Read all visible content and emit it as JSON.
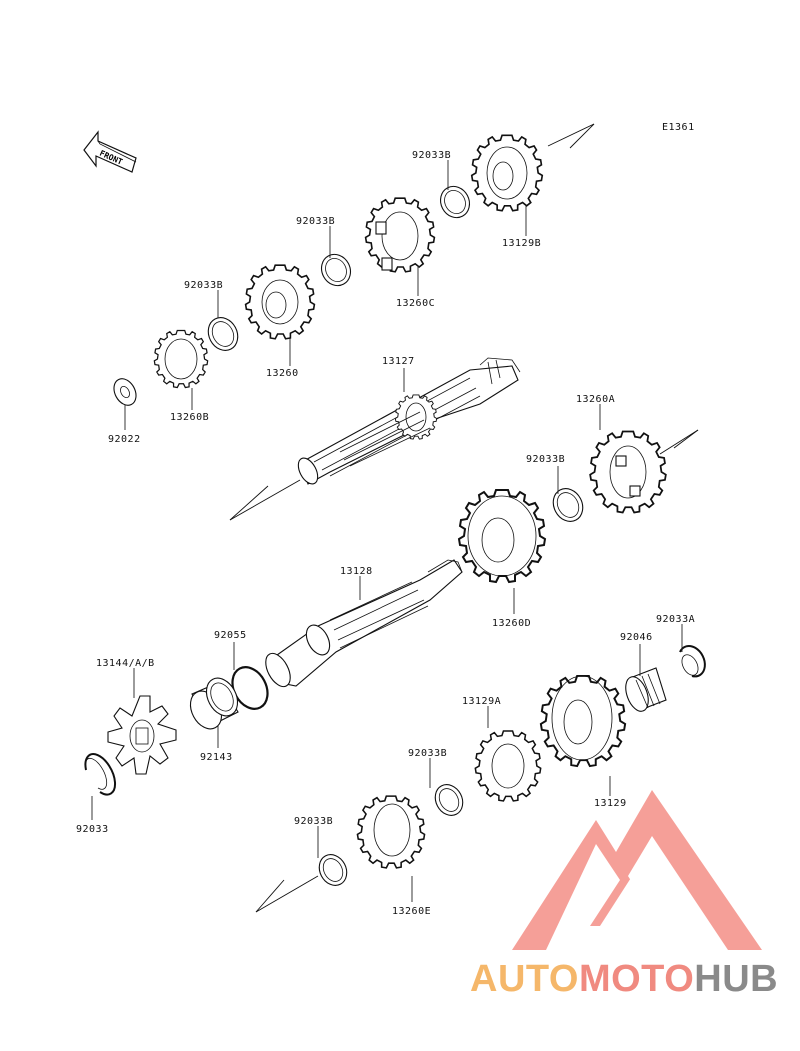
{
  "diagram": {
    "code": "E1361",
    "front_label": "FRONT",
    "labels": {
      "p92033B_1": "92033B",
      "p13129B": "13129B",
      "p92033B_2": "92033B",
      "p13260C": "13260C",
      "p92033B_3": "92033B",
      "p13260": "13260",
      "p13260B": "13260B",
      "p92022": "92022",
      "p13127": "13127",
      "p13260A": "13260A",
      "p92033B_4": "92033B",
      "p13260D": "13260D",
      "p13128": "13128",
      "p92055": "92055",
      "p13144": "13144/A/B",
      "p92143": "92143",
      "p92033": "92033",
      "p92046": "92046",
      "p92033A": "92033A",
      "p13129A": "13129A",
      "p92033B_5": "92033B",
      "p13129": "13129",
      "p92033B_6": "92033B",
      "p13260E": "13260E"
    }
  },
  "watermark": {
    "part1": "AUTO",
    "part2": "MOTO",
    "part3": "HUB",
    "colors": {
      "part1": "#f5b76a",
      "part2": "#f08a80",
      "part3": "#8a8a8a",
      "logo": "#f06a5e"
    }
  }
}
